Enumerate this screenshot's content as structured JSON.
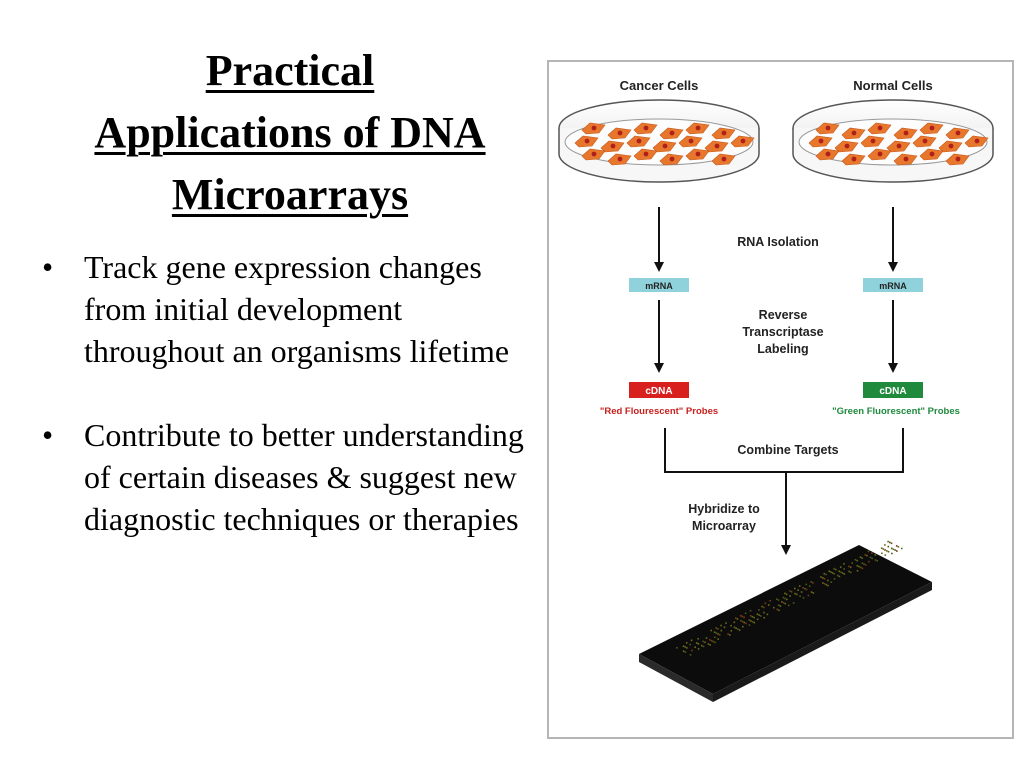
{
  "slide": {
    "title_lines": [
      "Practical",
      "Applications of DNA",
      "Microarrays"
    ],
    "bullets": [
      "Track gene expression changes from initial development throughout an organisms lifetime",
      "Contribute to better understanding of certain diseases & suggest new diagnostic techniques or therapies"
    ]
  },
  "figure": {
    "cancer_cells_label": "Cancer Cells",
    "normal_cells_label": "Normal Cells",
    "rna_isolation_label": "RNA Isolation",
    "mrna_left": "mRNA",
    "mrna_right": "mRNA",
    "rt_label_lines": [
      "Reverse",
      "Transcriptase",
      "Labeling"
    ],
    "cdna_left": "cDNA",
    "cdna_right": "cDNA",
    "red_probes_label": "\"Red Flourescent\" Probes",
    "green_probes_label": "\"Green Fluorescent\" Probes",
    "combine_label": "Combine Targets",
    "hybridize_lines": [
      "Hybridize to",
      "Microarray"
    ],
    "colors": {
      "cell": "#e8772e",
      "nucleus": "#b0201a",
      "mrna": "#8fd2dc",
      "cdna_red": "#d8201e",
      "cdna_green": "#1f8a3c",
      "probe_red": "#c8201e",
      "probe_green": "#1f8a3c",
      "chip": "#0c0c0c"
    }
  }
}
